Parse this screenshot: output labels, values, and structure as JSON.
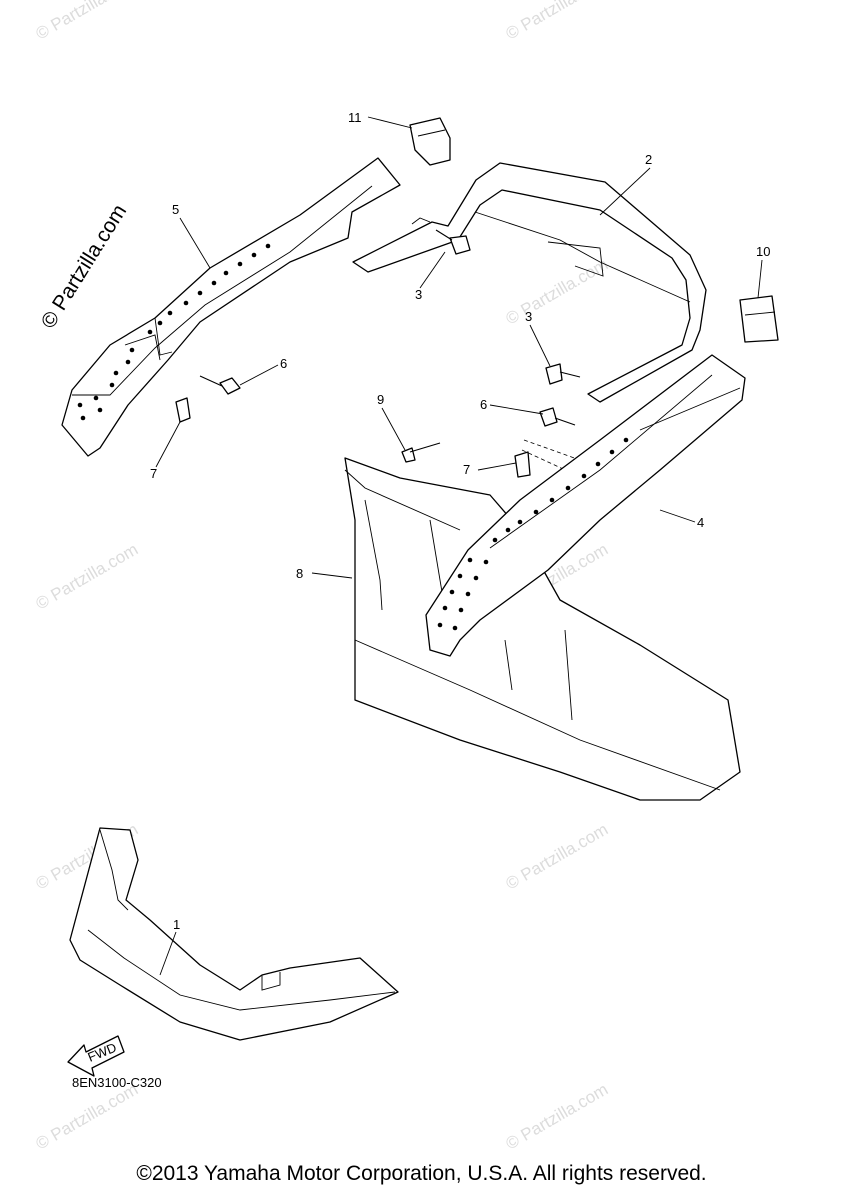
{
  "diagram": {
    "brand_text": "© Partzilla.com",
    "watermark_text": "© Partzilla.com",
    "reference_code": "8EN3100-C320",
    "fwd_label": "FWD",
    "copyright": "©2013 Yamaha Motor Corporation, U.S.A. All rights reserved.",
    "callouts": [
      "11",
      "2",
      "5",
      "10",
      "3",
      "3",
      "6",
      "9",
      "6",
      "7",
      "7",
      "4",
      "8",
      "1"
    ]
  }
}
